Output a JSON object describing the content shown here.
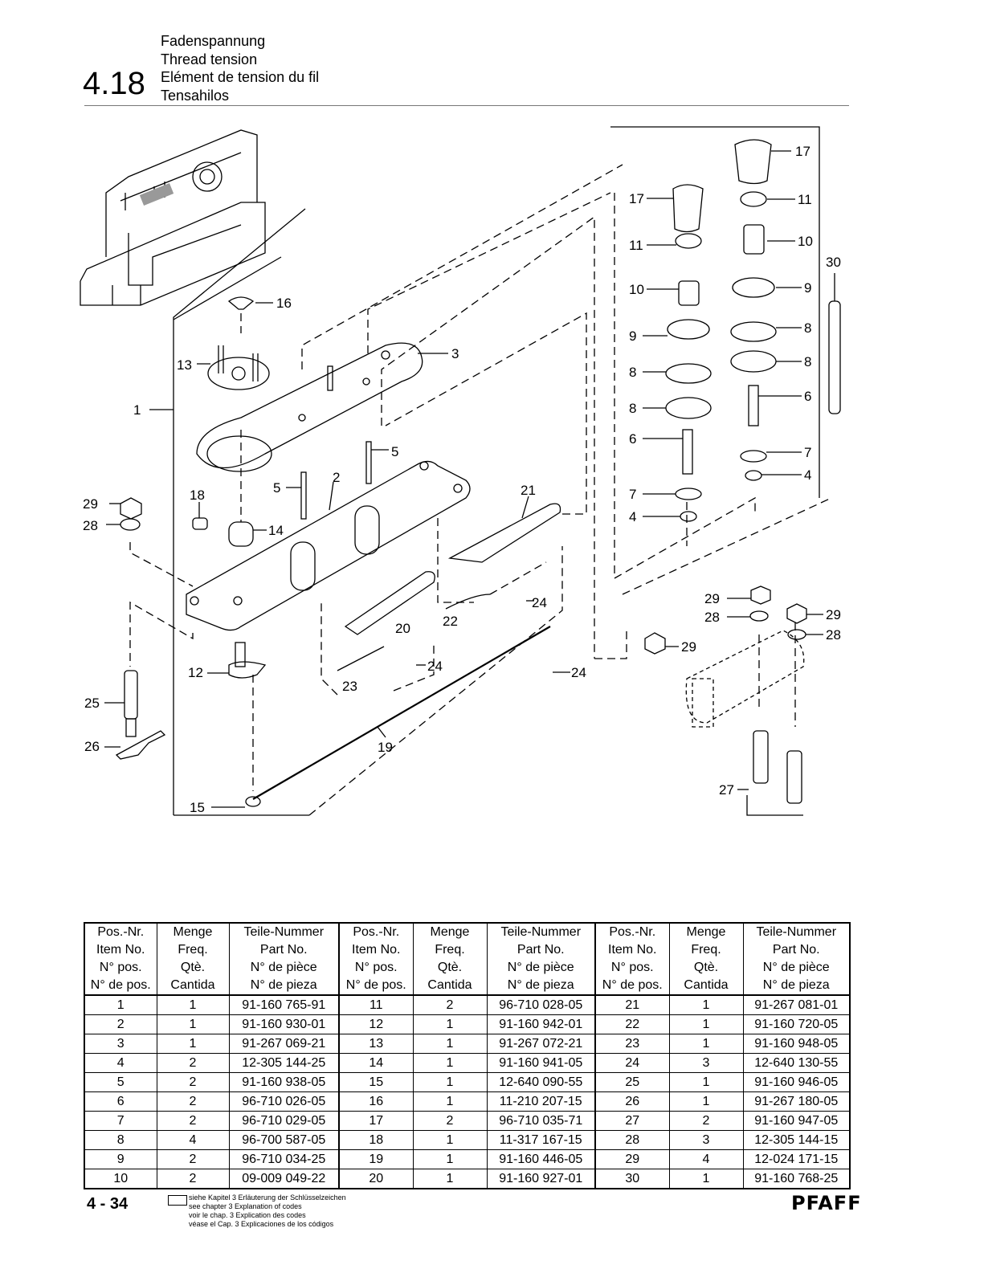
{
  "header": {
    "section_number": "4.18",
    "title_de": "Fadenspannung",
    "title_en": "Thread tension",
    "title_fr": "Elément de tension du fil",
    "title_es": "Tensahilos"
  },
  "diagram": {
    "callouts": [
      "1",
      "2",
      "3",
      "4",
      "4",
      "5",
      "5",
      "6",
      "6",
      "7",
      "7",
      "8",
      "8",
      "8",
      "8",
      "9",
      "9",
      "10",
      "10",
      "11",
      "11",
      "12",
      "13",
      "14",
      "15",
      "16",
      "17",
      "17",
      "18",
      "19",
      "20",
      "21",
      "22",
      "23",
      "24",
      "24",
      "24",
      "25",
      "26",
      "27",
      "28",
      "28",
      "28",
      "29",
      "29",
      "29",
      "29",
      "30"
    ]
  },
  "parts_table": {
    "headers": {
      "pos": [
        "Pos.-Nr.",
        "Item No.",
        "N° pos.",
        "N° de pos."
      ],
      "qty": [
        "Menge",
        "Freq.",
        "Qtè.",
        "Cantida"
      ],
      "part": [
        "Teile-Nummer",
        "Part No.",
        "N° de pièce",
        "N° de pieza"
      ]
    },
    "rows": [
      [
        [
          "1",
          "1",
          "91-160 765-91"
        ],
        [
          "11",
          "2",
          "96-710 028-05"
        ],
        [
          "21",
          "1",
          "91-267 081-01"
        ]
      ],
      [
        [
          "2",
          "1",
          "91-160 930-01"
        ],
        [
          "12",
          "1",
          "91-160 942-01"
        ],
        [
          "22",
          "1",
          "91-160 720-05"
        ]
      ],
      [
        [
          "3",
          "1",
          "91-267 069-21"
        ],
        [
          "13",
          "1",
          "91-267 072-21"
        ],
        [
          "23",
          "1",
          "91-160 948-05"
        ]
      ],
      [
        [
          "4",
          "2",
          "12-305 144-25"
        ],
        [
          "14",
          "1",
          "91-160 941-05"
        ],
        [
          "24",
          "3",
          "12-640 130-55"
        ]
      ],
      [
        [
          "5",
          "2",
          "91-160 938-05"
        ],
        [
          "15",
          "1",
          "12-640 090-55"
        ],
        [
          "25",
          "1",
          "91-160 946-05"
        ]
      ],
      [
        [
          "6",
          "2",
          "96-710 026-05"
        ],
        [
          "16",
          "1",
          "11-210 207-15"
        ],
        [
          "26",
          "1",
          "91-267 180-05"
        ]
      ],
      [
        [
          "7",
          "2",
          "96-710 029-05"
        ],
        [
          "17",
          "2",
          "96-710 035-71"
        ],
        [
          "27",
          "2",
          "91-160 947-05"
        ]
      ],
      [
        [
          "8",
          "4",
          "96-700 587-05"
        ],
        [
          "18",
          "1",
          "11-317 167-15"
        ],
        [
          "28",
          "3",
          "12-305 144-15"
        ]
      ],
      [
        [
          "9",
          "2",
          "96-710 034-25"
        ],
        [
          "19",
          "1",
          "91-160 446-05"
        ],
        [
          "29",
          "4",
          "12-024 171-15"
        ]
      ],
      [
        [
          "10",
          "2",
          "09-009 049-22"
        ],
        [
          "20",
          "1",
          "91-160 927-01"
        ],
        [
          "30",
          "1",
          "91-160 768-25"
        ]
      ]
    ]
  },
  "footer": {
    "page_number": "4 - 34",
    "legend_de": "siehe Kapitel 3 Erläuterung der Schlüsselzeichen",
    "legend_en": "see chapter 3 Explanation of codes",
    "legend_fr": "voir le chap. 3 Explication des codes",
    "legend_es": "véase el Cap. 3 Explicaciones de los códigos",
    "brand": "PFAFF"
  }
}
